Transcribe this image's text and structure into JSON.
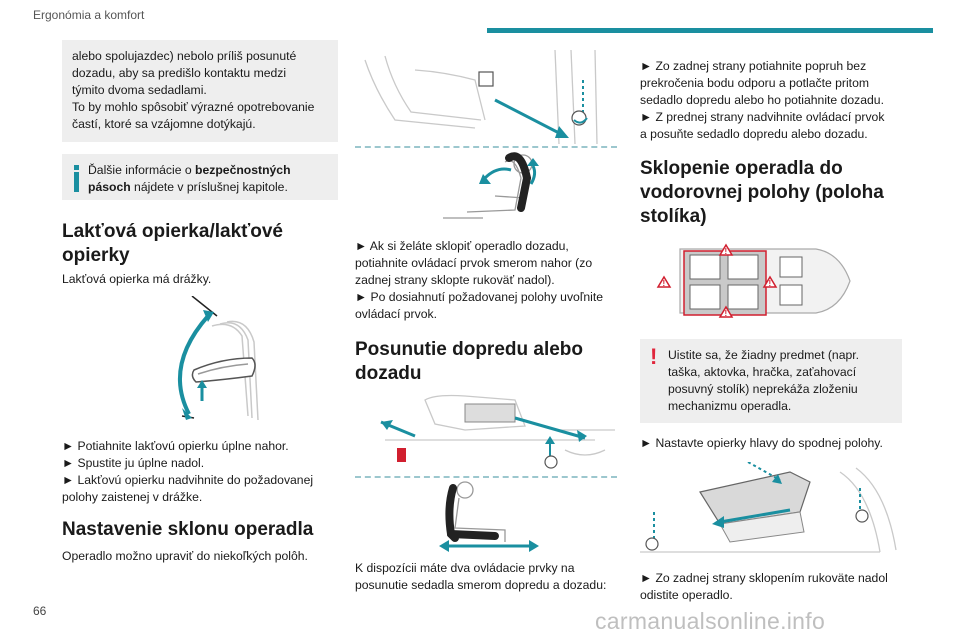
{
  "header": {
    "title": "Ergonómia a komfort",
    "accent": "#1a8fa0"
  },
  "page_number": "66",
  "watermark": "carmanualsonline.info",
  "col1": {
    "box_lines": [
      "alebo spolujazdec) nebolo príliš posunuté",
      "dozadu, aby sa predišlo kontaktu medzi",
      "týmito dvoma sedadlami.",
      "To by mohlo spôsobiť výrazné opotrebovanie",
      "častí, ktoré sa vzájomne dotýkajú."
    ],
    "info_pre": "Ďalšie informácie o ",
    "info_bold1": "bezpečnostných",
    "info_bold2": "pásoch",
    "info_post": " nájdete v príslušnej kapitole.",
    "h_armrest_1": "Lakťová opierka/lakťové",
    "h_armrest_2": "opierky",
    "armrest_intro": "Lakťová opierka má drážky.",
    "armrest_steps": [
      "► Potiahnite lakťovú opierku úplne nahor.",
      "► Spustite ju úplne nadol.",
      "► Lakťovú opierku nadvihnite do požadovanej",
      "polohy zaistenej v drážke."
    ],
    "h_backrest": "Nastavenie sklonu operadla",
    "backrest_intro": "Operadlo možno upraviť do niekoľkých polôh."
  },
  "col2": {
    "recline_text": [
      "► Ak si želáte sklopiť operadlo dozadu,",
      "potiahnite ovládací prvok smerom nahor (zo",
      "zadnej strany sklopte rukoväť nadol).",
      "► Po dosiahnutí požadovanej polohy uvoľnite",
      "ovládací prvok."
    ],
    "h_slide_1": "Posunutie dopredu alebo",
    "h_slide_2": "dozadu",
    "slide_text": [
      "K dispozícii máte dva ovládacie prvky na",
      "posunutie sedadla smerom dopredu a dozadu:"
    ]
  },
  "col3": {
    "slide_steps": [
      "► Zo zadnej strany potiahnite popruh bez",
      "prekročenia bodu odporu a potlačte pritom",
      "sedadlo dopredu alebo ho potiahnite dozadu.",
      "► Z prednej strany nadvihnite ovládací prvok",
      "a posuňte sedadlo dopredu alebo dozadu."
    ],
    "h_table_1": "Sklopenie operadla do",
    "h_table_2": "vodorovnej polohy (poloha",
    "h_table_3": "stolíka)",
    "warning_lines": [
      "Uistite sa, že žiadny predmet (napr.",
      "taška, aktovka, hračka, zaťahovací",
      "posuvný stolík) neprekáža zloženiu",
      "mechanizmu operadla."
    ],
    "headrest_step": "► Nastavte opierky hlavy do spodnej polohy.",
    "fold_steps": [
      "► Zo zadnej strany sklopením rukoväte nadol",
      "odistite operadlo."
    ]
  }
}
